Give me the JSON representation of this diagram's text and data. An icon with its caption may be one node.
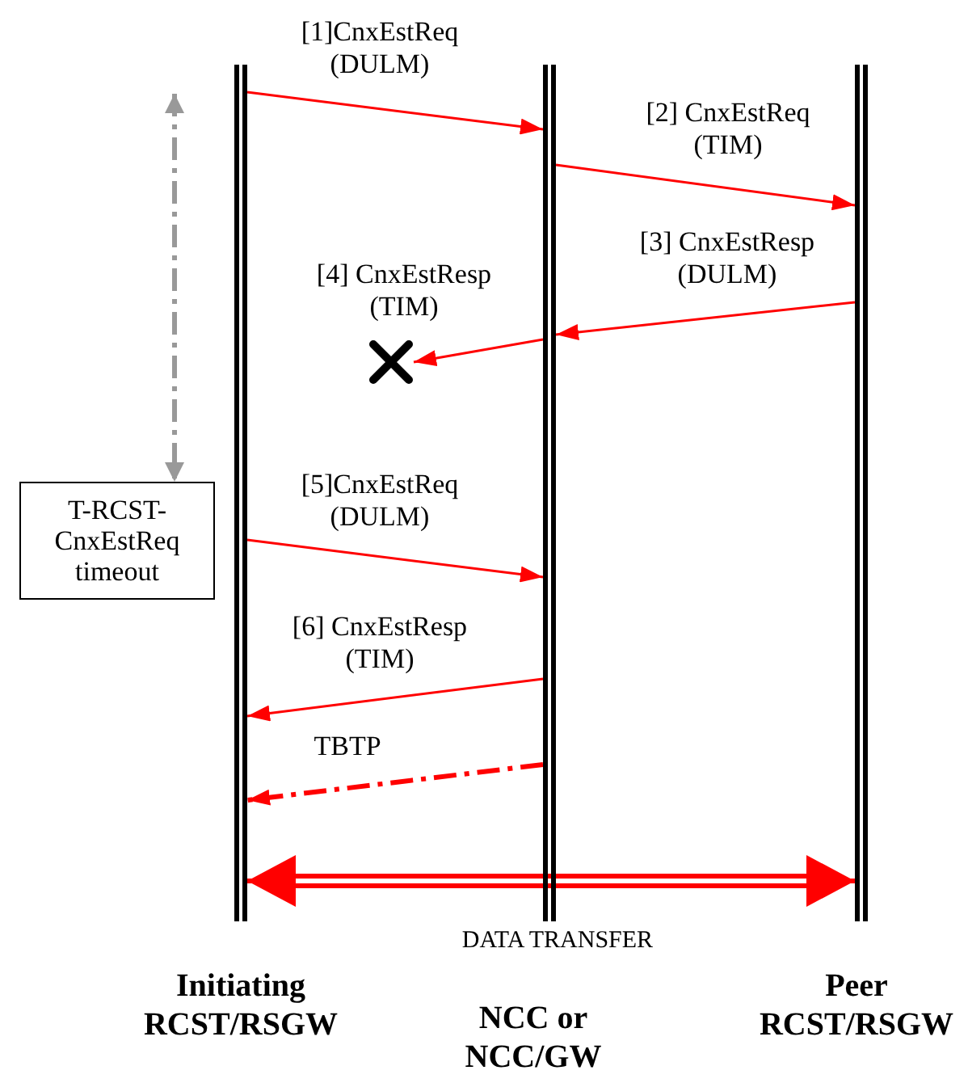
{
  "diagram": {
    "nodes": [
      {
        "text": [
          "Initiating RCST/RSGW"
        ]
      },
      {
        "text": [
          "NCC or NCC/GW"
        ]
      },
      {
        "text": [
          "Peer RCST/RSGW"
        ]
      },
      {
        "text": [
          "T-RCST-CnxEstReq timeout"
        ]
      },
      {
        "text": [],
        "shape": "cross"
      }
    ],
    "edges": [
      {
        "from": 0,
        "to": 1,
        "arrow": "to",
        "label": "[1]CnxEstReq (DULM)"
      },
      {
        "from": 1,
        "to": 2,
        "arrow": "to",
        "label": "[2] CnxEstReq (TIM)"
      },
      {
        "from": 2,
        "to": 1,
        "arrow": "to",
        "label": "[3] CnxEstResp (DULM)"
      },
      {
        "from": 1,
        "to": 4,
        "arrow": "to",
        "label": "[4] CnxEstResp (TIM)"
      },
      {
        "from": 0,
        "to": 1,
        "arrow": "to",
        "label": "[5]CnxEstReq (DULM)"
      },
      {
        "from": 1,
        "to": 0,
        "arrow": "to",
        "label": "[6] CnxEstResp (TIM)"
      },
      {
        "from": 1,
        "to": 0,
        "arrow": "to",
        "label": "TBTP",
        "style": "dashed"
      },
      {
        "from": 0,
        "to": 2,
        "arrow": "both",
        "label": "DATA TRANSFER",
        "style": "thick"
      },
      {
        "from": null,
        "to": 3,
        "arrow": "both",
        "style": "dashed",
        "color": "#999999"
      }
    ]
  }
}
